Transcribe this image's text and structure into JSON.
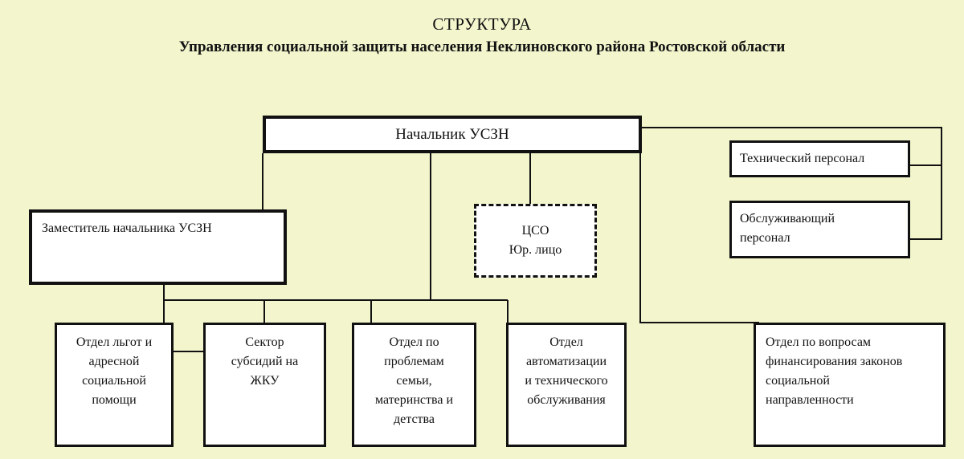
{
  "header": {
    "title": "СТРУКТУРА",
    "subtitle": "Управления социальной защиты населения Неклиновского района Ростовской области"
  },
  "nodes": {
    "head": "Начальник  УСЗН",
    "deputy": "Заместитель начальника  УСЗН",
    "cso": {
      "line1": "ЦСО",
      "line2": "Юр. лицо"
    },
    "tech_staff": "Технический персонал",
    "service_staff": {
      "line1": "Обслуживающий",
      "line2": "персонал"
    },
    "dept_benefits": {
      "line1": "Отдел льгот и",
      "line2": "адресной",
      "line3": "социальной",
      "line4": "помощи"
    },
    "dept_subsidies": {
      "line1": "Сектор",
      "line2": "субсидий на",
      "line3": "ЖКУ"
    },
    "dept_family": {
      "line1": "Отдел по",
      "line2": "проблемам",
      "line3": "семьи,",
      "line4": "материнства и",
      "line5": "детства"
    },
    "dept_automation": {
      "line1": "Отдел",
      "line2": "автоматизации",
      "line3": "и технического",
      "line4": "обслуживания"
    },
    "dept_finance": {
      "line1": "Отдел по вопросам",
      "line2": "финансирования законов",
      "line3": "социальной",
      "line4": "направленности"
    }
  }
}
